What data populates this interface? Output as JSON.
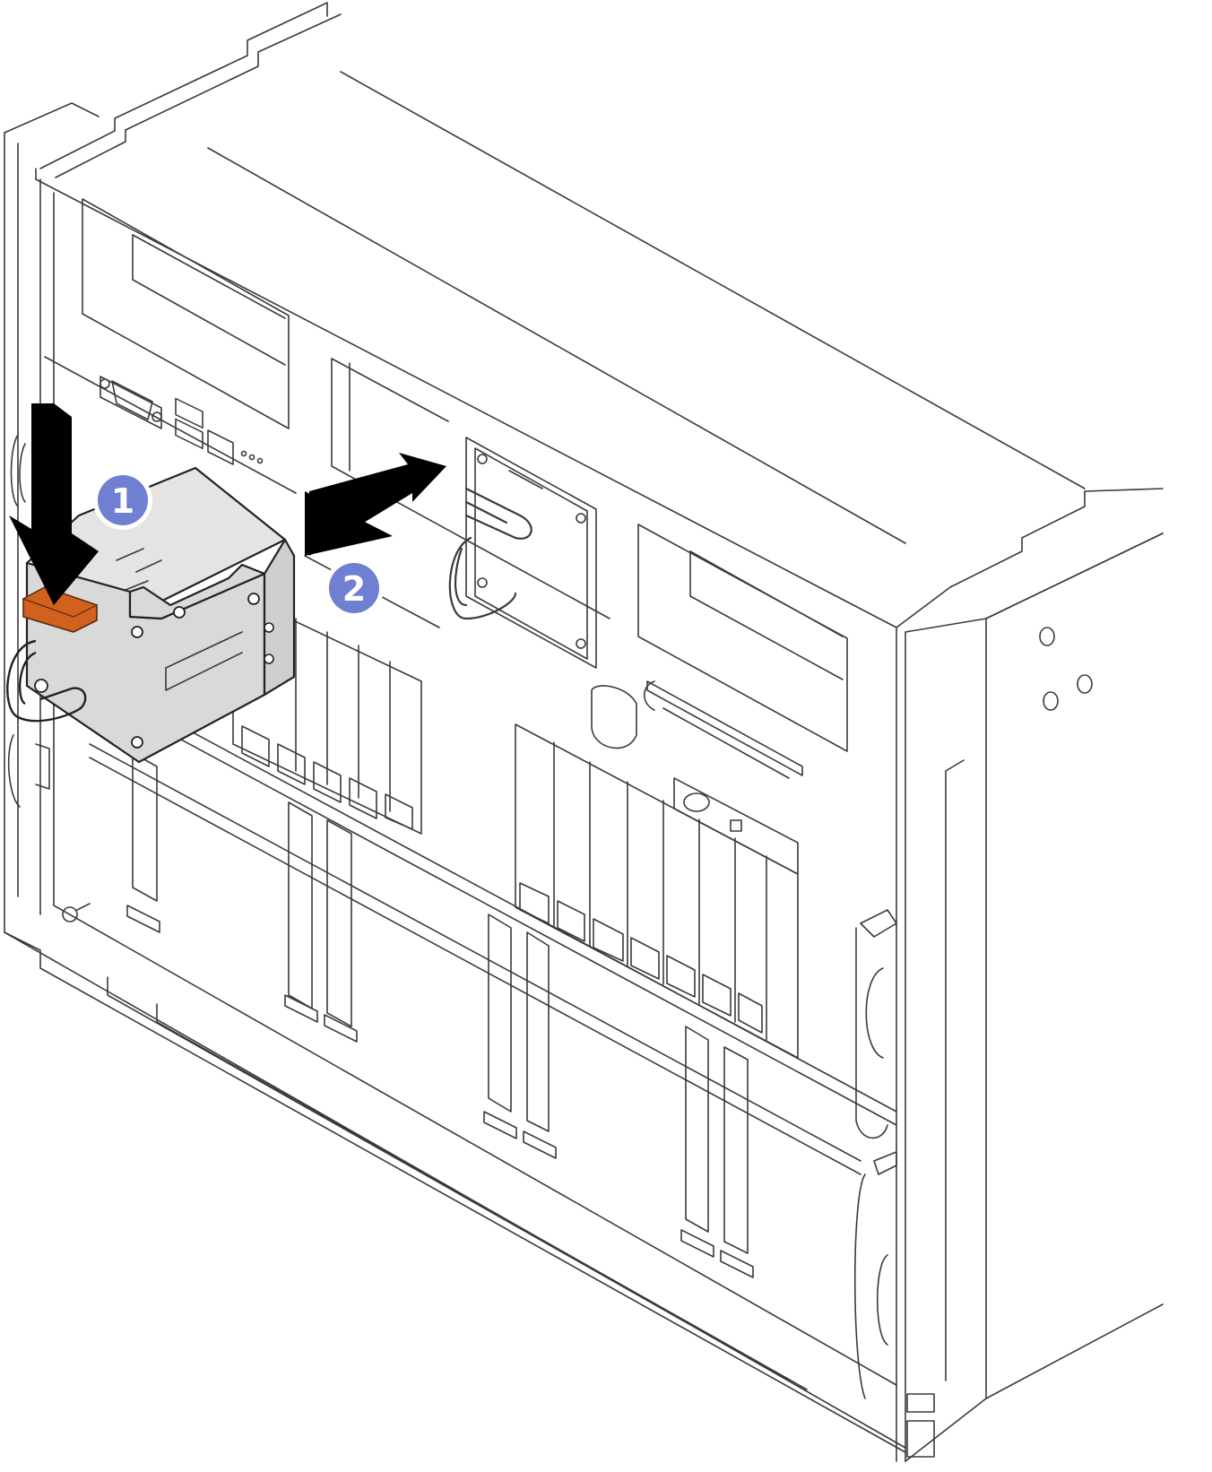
{
  "diagram": {
    "callouts": [
      {
        "id": 1,
        "label": "1"
      },
      {
        "id": 2,
        "label": "2"
      }
    ],
    "colors": {
      "callout_fill": "#6f7fd1",
      "callout_ring": "#ffffff",
      "release_tab": "#d2601e",
      "module_face": "#d9d9d9",
      "line": "#3a3a3a",
      "arrow": "#000000",
      "background": "#ffffff"
    },
    "icons": [
      "down-arrow-icon",
      "left-arrow-icon",
      "release-tab-icon"
    ]
  }
}
